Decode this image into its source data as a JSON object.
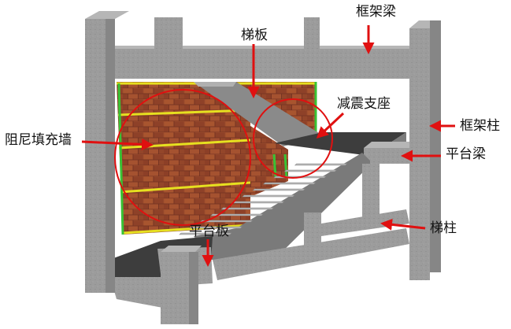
{
  "labels": {
    "frame_beam": "框架梁",
    "stair_slab": "梯板",
    "seismic_support": "减震支座",
    "frame_column": "框架柱",
    "damping_infill_wall": "阻尼填充墙",
    "platform_beam": "平台梁",
    "stair_column": "梯柱",
    "platform_slab": "平台板"
  },
  "colors": {
    "concrete": "#9c9c9c",
    "concrete_dark": "#7c7c7c",
    "concrete_light": "#b6b6b6",
    "slab_top": "#3d3d3d",
    "brick": "#9a4a2c",
    "mortar_band": "#e6e020",
    "edge_green": "#39c234",
    "arrow": "#e01010",
    "highlight_circle": "#e01010"
  }
}
